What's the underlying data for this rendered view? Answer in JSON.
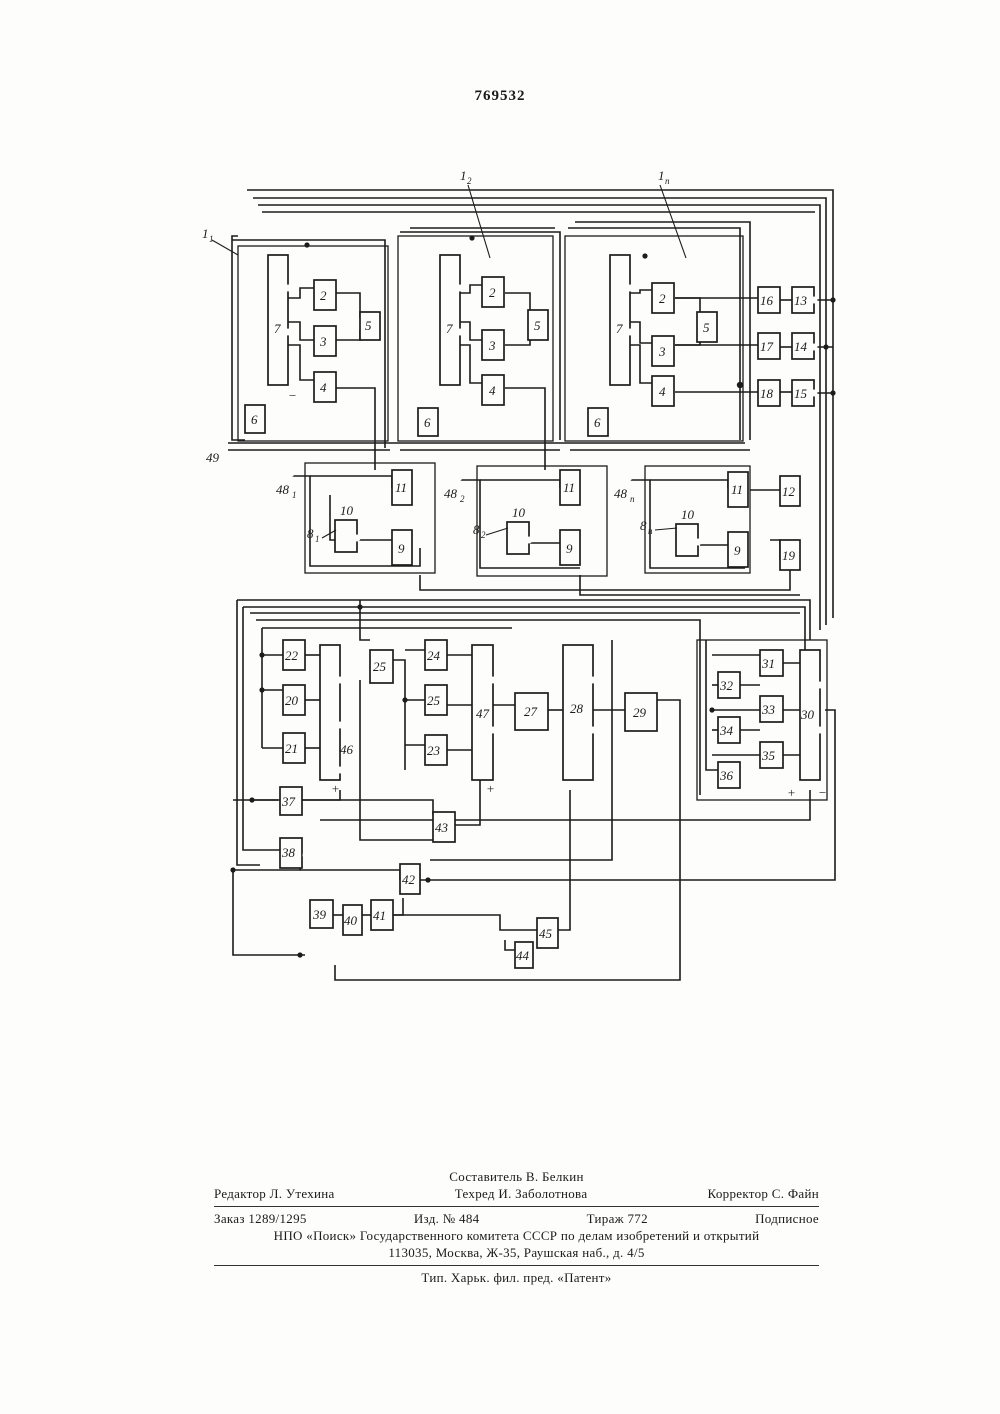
{
  "header": {
    "patent_number": "769532"
  },
  "figure": {
    "blocks": [
      {
        "id": "c1-b7",
        "label": "7"
      },
      {
        "id": "c1-b2",
        "label": "2"
      },
      {
        "id": "c1-b3",
        "label": "3"
      },
      {
        "id": "c1-b4",
        "label": "4"
      },
      {
        "id": "c1-b5",
        "label": "5"
      },
      {
        "id": "c1-b6",
        "label": "6"
      },
      {
        "id": "c2-b7",
        "label": "7"
      },
      {
        "id": "c2-b2",
        "label": "2"
      },
      {
        "id": "c2-b3",
        "label": "3"
      },
      {
        "id": "c2-b4",
        "label": "4"
      },
      {
        "id": "c2-b5",
        "label": "5"
      },
      {
        "id": "c2-b6",
        "label": "6"
      },
      {
        "id": "c3-b7",
        "label": "7"
      },
      {
        "id": "c3-b2",
        "label": "2"
      },
      {
        "id": "c3-b3",
        "label": "3"
      },
      {
        "id": "c3-b4",
        "label": "4"
      },
      {
        "id": "c3-b5",
        "label": "5"
      },
      {
        "id": "c3-b6",
        "label": "6"
      },
      {
        "id": "b16",
        "label": "16"
      },
      {
        "id": "b17",
        "label": "17"
      },
      {
        "id": "b18",
        "label": "18"
      },
      {
        "id": "b13",
        "label": "13"
      },
      {
        "id": "b14",
        "label": "14"
      },
      {
        "id": "b15",
        "label": "15"
      },
      {
        "id": "d1-b11",
        "label": "11"
      },
      {
        "id": "d1-b10",
        "label": "10"
      },
      {
        "id": "d1-b9",
        "label": "9"
      },
      {
        "id": "d2-b11",
        "label": "11"
      },
      {
        "id": "d2-b10",
        "label": "10"
      },
      {
        "id": "d2-b9",
        "label": "9"
      },
      {
        "id": "d3-b11",
        "label": "11"
      },
      {
        "id": "d3-b10",
        "label": "10"
      },
      {
        "id": "d3-b9",
        "label": "9"
      },
      {
        "id": "b12",
        "label": "12"
      },
      {
        "id": "b19",
        "label": "19"
      },
      {
        "id": "b22",
        "label": "22"
      },
      {
        "id": "b20",
        "label": "20"
      },
      {
        "id": "b21",
        "label": "21"
      },
      {
        "id": "b46",
        "label": "46"
      },
      {
        "id": "b25a",
        "label": "25"
      },
      {
        "id": "b24",
        "label": "24"
      },
      {
        "id": "b25b",
        "label": "25"
      },
      {
        "id": "b23",
        "label": "23"
      },
      {
        "id": "b47",
        "label": "47"
      },
      {
        "id": "b27",
        "label": "27"
      },
      {
        "id": "b28",
        "label": "28"
      },
      {
        "id": "b29",
        "label": "29"
      },
      {
        "id": "b31",
        "label": "31"
      },
      {
        "id": "b32",
        "label": "32"
      },
      {
        "id": "b33",
        "label": "33"
      },
      {
        "id": "b34",
        "label": "34"
      },
      {
        "id": "b35",
        "label": "35"
      },
      {
        "id": "b36",
        "label": "36"
      },
      {
        "id": "b30",
        "label": "30"
      },
      {
        "id": "b37",
        "label": "37"
      },
      {
        "id": "b43",
        "label": "43"
      },
      {
        "id": "b38",
        "label": "38"
      },
      {
        "id": "b42",
        "label": "42"
      },
      {
        "id": "b39",
        "label": "39"
      },
      {
        "id": "b40",
        "label": "40"
      },
      {
        "id": "b41",
        "label": "41"
      },
      {
        "id": "b45",
        "label": "45"
      },
      {
        "id": "b44",
        "label": "44"
      }
    ],
    "annotations": {
      "cell_1": "1",
      "cell_1_sub": "1",
      "cell_2": "1",
      "cell_2_sub": "2",
      "cell_n": "1",
      "cell_n_sub": "n",
      "det_1": "8",
      "det_1_sub": "1",
      "det_2": "8",
      "det_2_sub": "2",
      "det_n": "8",
      "det_n_sub": "n",
      "in_1": "48",
      "in_1_sub": "1",
      "in_2": "48",
      "in_2_sub": "2",
      "in_n": "48",
      "in_n_sub": "n",
      "input_49": "49",
      "minus": "−",
      "plus_46": "+",
      "plus_47": "+",
      "plus_30": "+",
      "minus_30": "−"
    }
  },
  "imprint": {
    "compiler": "Составитель В. Белкин",
    "editor": "Редактор Л. Утехина",
    "techred": "Техред И. Заболотнова",
    "corrector": "Корректор С. Файн",
    "order": "Заказ 1289/1295",
    "edition": "Изд. № 484",
    "circulation": "Тираж 772",
    "subscription": "Подписное",
    "publisher": "НПО «Поиск» Государственного комитета СССР по делам изобретений и открытий",
    "address": "113035, Москва, Ж-35, Раушская наб., д. 4/5",
    "printer": "Тип. Харьк. фил. пред. «Патент»"
  }
}
